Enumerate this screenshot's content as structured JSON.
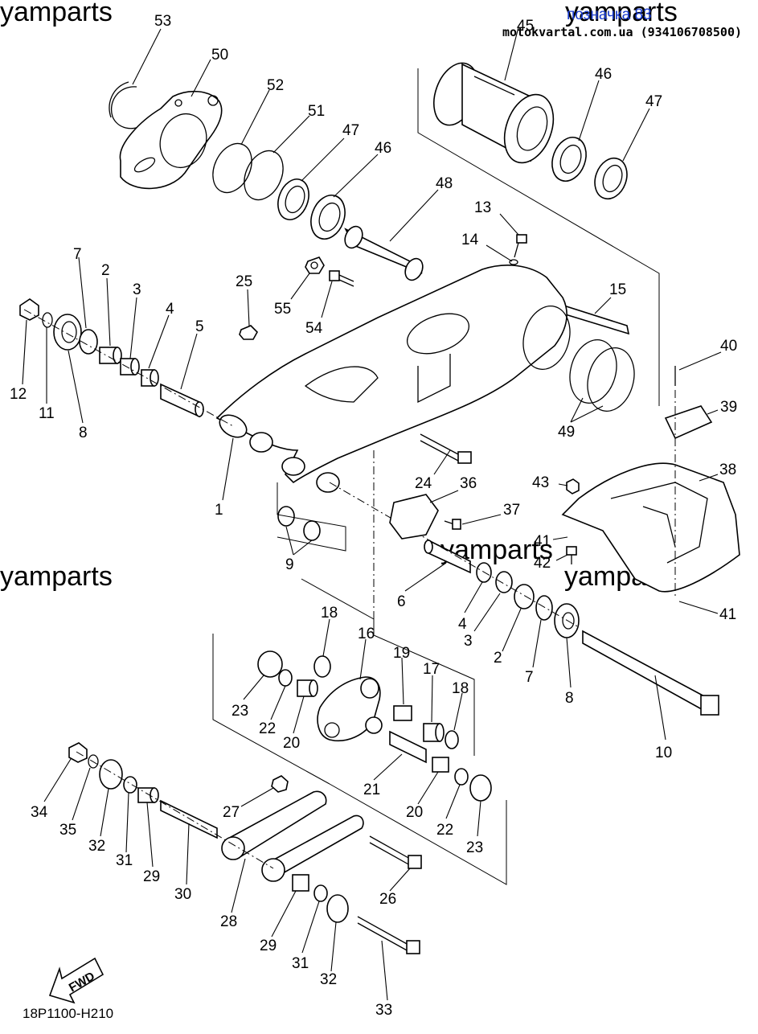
{
  "watermarks": [
    "yamparts",
    "yamparts",
    "yamparts",
    "yamparts",
    "yamparts"
  ],
  "header": {
    "cyrillic_tag": "позначка 83",
    "site": "motokvartal.com.ua (934106708500)"
  },
  "diagram_ref": "18P1100-H210",
  "fwd_label": "FWD",
  "callouts": [
    "53",
    "50",
    "52",
    "51",
    "47",
    "46",
    "45",
    "46",
    "47",
    "48",
    "13",
    "14",
    "15",
    "7",
    "2",
    "3",
    "4",
    "5",
    "12",
    "11",
    "8",
    "25",
    "55",
    "54",
    "40",
    "39",
    "49",
    "1",
    "24",
    "36",
    "38",
    "43",
    "37",
    "9",
    "41",
    "42",
    "41",
    "6",
    "4",
    "3",
    "2",
    "7",
    "8",
    "10",
    "18",
    "16",
    "19",
    "17",
    "18",
    "23",
    "22",
    "20",
    "21",
    "20",
    "22",
    "23",
    "34",
    "35",
    "32",
    "31",
    "29",
    "30",
    "27",
    "28",
    "26",
    "29",
    "31",
    "32",
    "33"
  ]
}
